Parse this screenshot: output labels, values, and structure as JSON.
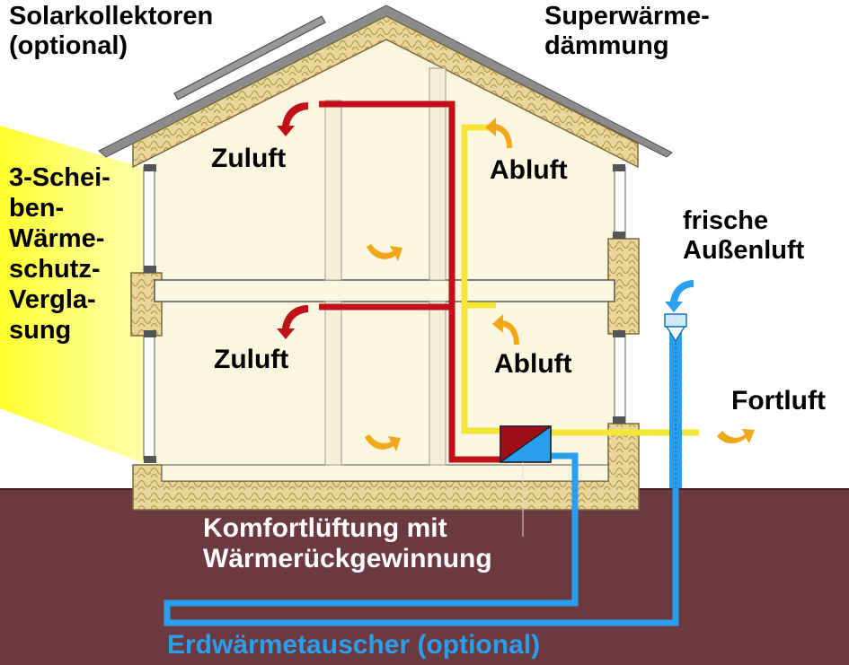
{
  "labels": {
    "solar_line1": "Solarkollektoren",
    "solar_line2": "(optional)",
    "insulation_line1": "Superwärme-",
    "insulation_line2": "dämmung",
    "glazing_lines": [
      "3-Schei-",
      "ben-",
      "Wärme-",
      "schutz-",
      "Vergla-",
      "sung"
    ],
    "supply_air_upper": "Zuluft",
    "supply_air_lower": "Zuluft",
    "exhaust_air_upper": "Abluft",
    "exhaust_air_lower": "Abluft",
    "fresh_air_line1": "frische",
    "fresh_air_line2": "Außenluft",
    "outgoing_air": "Fortluft",
    "ventilation_line1": "Komfortlüftung mit",
    "ventilation_line2": "Wärmerückgewinnung",
    "ground_heat_exchanger": "Erdwärmetauscher (optional)"
  },
  "colors": {
    "insulation": "#ead69a",
    "insulation_outline": "#7a6a3a",
    "interior": "#fbf6df",
    "ground": "#6b3a40",
    "roof": "#8c8c8c",
    "sunlight": "#ffff3a",
    "supply_duct": "#c0101a",
    "exhaust_duct": "#f6e436",
    "fresh_air_duct": "#2a9ff0",
    "flow_arrow": "#f0a81a"
  },
  "icons": {
    "heat_exchanger": "heat-exchanger-icon",
    "flow_arrows": "curved-arrow-icon"
  }
}
